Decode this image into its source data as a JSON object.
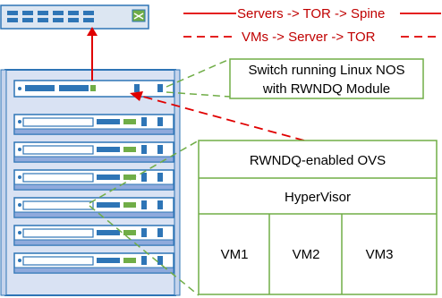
{
  "legend": {
    "solid_label": "Servers -> TOR -> Spine",
    "dashed_label": "VMs -> Server -> TOR"
  },
  "switch_callout": {
    "line1": "Switch running Linux NOS",
    "line2": "with RWNDQ Module"
  },
  "server_stack": {
    "ovs_label": "RWNDQ-enabled OVS",
    "hypervisor_label": "HyperVisor",
    "vms": [
      "VM1",
      "VM2",
      "VM3"
    ]
  },
  "colors": {
    "red": "#e00000",
    "green_outline": "#70ad47",
    "rack_blue": "#2e75b6",
    "rack_fill": "#d9e2f3"
  }
}
